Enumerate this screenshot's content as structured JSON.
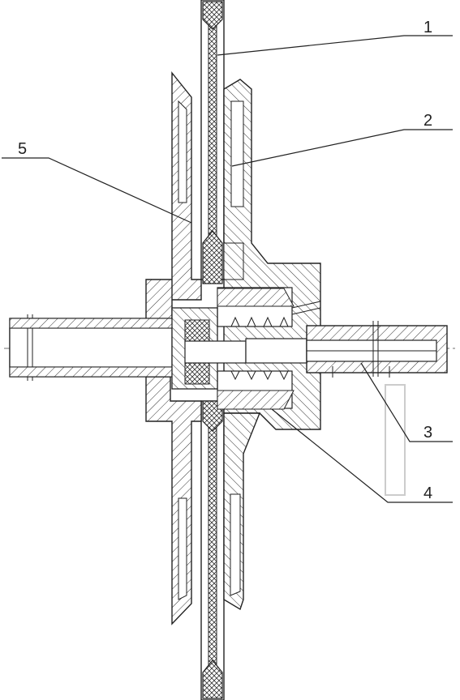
{
  "labels": {
    "one": "1",
    "two": "2",
    "three": "3",
    "four": "4",
    "five": "5"
  },
  "colors": {
    "ink": "#222222",
    "background": "#ffffff",
    "bracket": "#cccccc"
  }
}
